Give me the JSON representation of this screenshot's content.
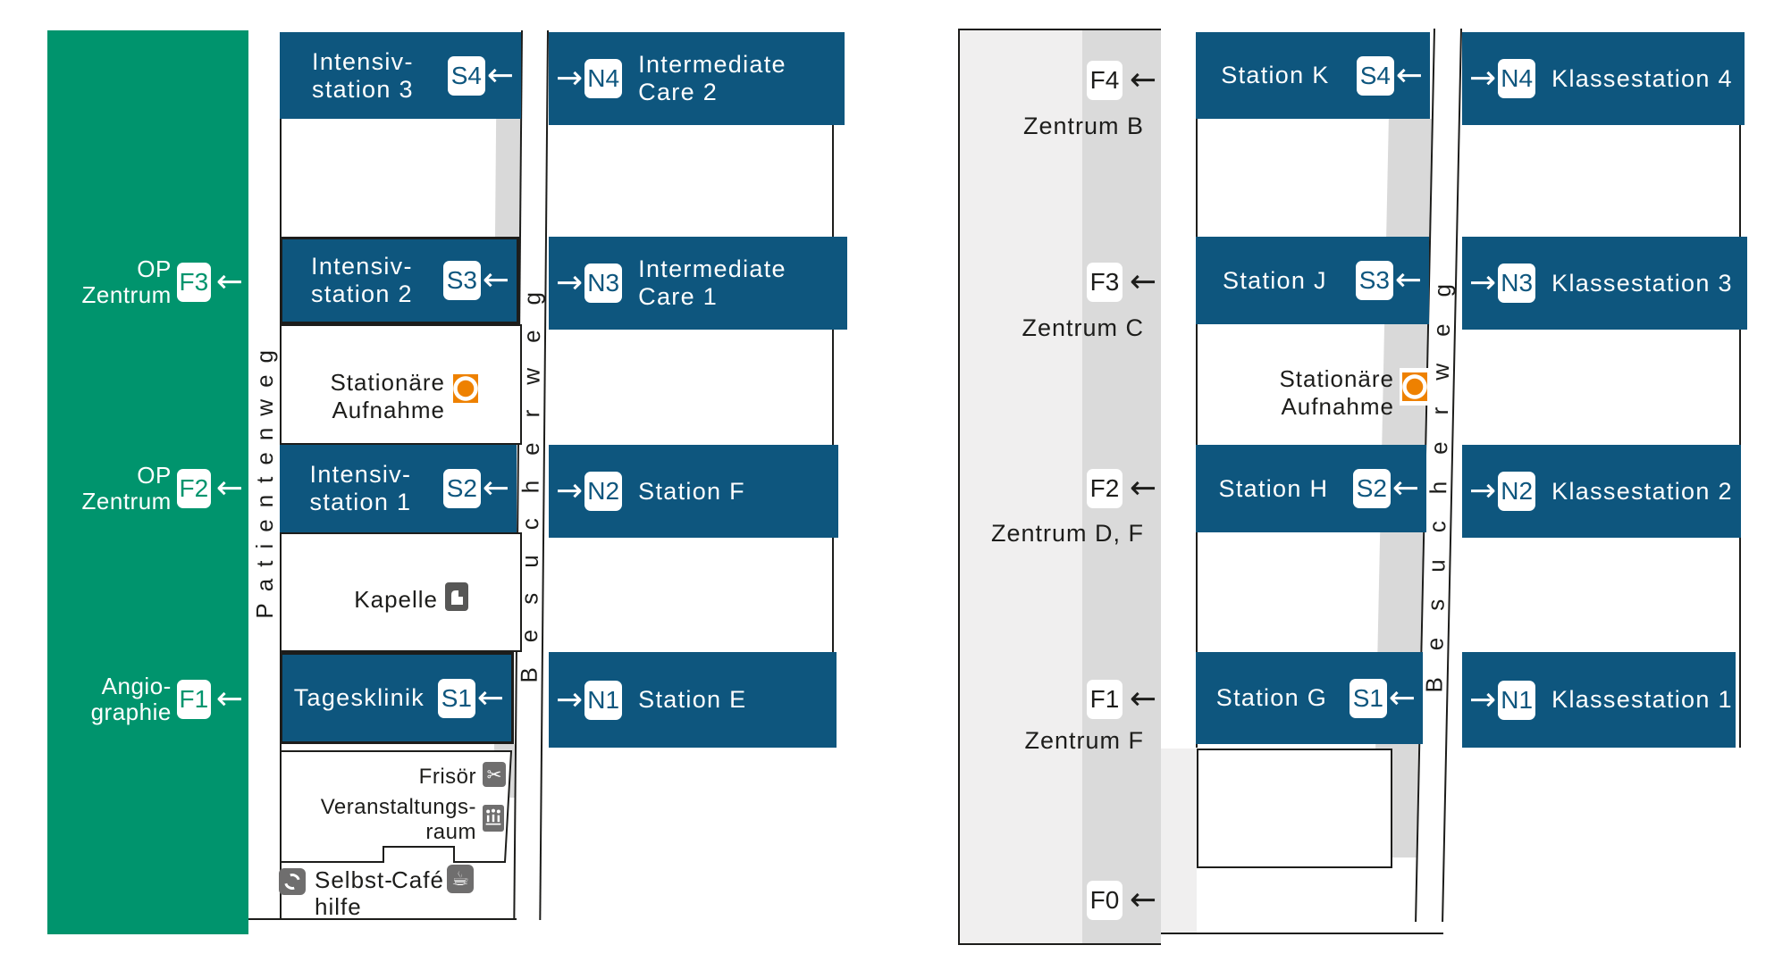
{
  "palette": {
    "green": "#00946D",
    "blue": "#0E567E",
    "light_gray": "#F0EFEF",
    "mid_gray": "#DADADA",
    "path_gray": "#D9D9D9",
    "icon_gray": "#6F6E6E",
    "chapel_icon_gray": "#575756",
    "orange": "#EE8100",
    "ink": "#1D1D1B"
  },
  "icons": {
    "arrow_left": "←",
    "arrow_right": "→",
    "scissors": "✂",
    "coffee_cup": "☕"
  },
  "left_map": {
    "patient_path_label": "Patientenweg",
    "visitor_path_label": "Besucherweg",
    "green_destinations": [
      {
        "lines": [
          "OP",
          "Zentrum"
        ],
        "badge": "F3"
      },
      {
        "lines": [
          "OP",
          "Zentrum"
        ],
        "badge": "F2"
      },
      {
        "lines": [
          "Angio-",
          "graphie"
        ],
        "badge": "F1"
      }
    ],
    "south_wing": [
      {
        "label_lines": [
          "Intensiv-",
          "station 3"
        ],
        "badge": "S4"
      },
      {
        "label_lines": [
          "Intensiv-",
          "station 2"
        ],
        "badge": "S3"
      },
      {
        "label_lines": [
          "Intensiv-",
          "station 1"
        ],
        "badge": "S2"
      },
      {
        "label_lines": [
          "Tagesklinik",
          ""
        ],
        "badge": "S1"
      }
    ],
    "north_wing": [
      {
        "badge": "N4",
        "label_lines": [
          "Intermediate",
          "Care 2"
        ]
      },
      {
        "badge": "N3",
        "label_lines": [
          "Intermediate",
          "Care 1"
        ]
      },
      {
        "badge": "N2",
        "label_lines": [
          "Station F",
          ""
        ]
      },
      {
        "badge": "N1",
        "label_lines": [
          "Station E",
          ""
        ]
      }
    ],
    "admission": {
      "lines": [
        "Stationäre",
        "Aufnahme"
      ]
    },
    "chapel_label": "Kapelle",
    "hairdresser_label": "Frisör",
    "event_room_lines": [
      "Veranstaltungs-",
      "raum"
    ],
    "self_help_lines": [
      "Selbst-",
      "hilfe"
    ],
    "cafe_label": "Café"
  },
  "right_map": {
    "visitor_path_label": "Besucherweg",
    "floor_links": [
      {
        "badge": "F4",
        "zone": "Zentrum B"
      },
      {
        "badge": "F3",
        "zone": "Zentrum C"
      },
      {
        "badge": "F2",
        "zone": "Zentrum D, F"
      },
      {
        "badge": "F1",
        "zone": "Zentrum F"
      },
      {
        "badge": "F0",
        "zone": ""
      }
    ],
    "south_wing": [
      {
        "label_lines": [
          "Station K",
          ""
        ],
        "badge": "S4"
      },
      {
        "label_lines": [
          "Station J",
          ""
        ],
        "badge": "S3"
      },
      {
        "label_lines": [
          "Station H",
          ""
        ],
        "badge": "S2"
      },
      {
        "label_lines": [
          "Station G",
          ""
        ],
        "badge": "S1"
      }
    ],
    "north_wing": [
      {
        "badge": "N4",
        "label_lines": [
          "Klassestation 4",
          ""
        ]
      },
      {
        "badge": "N3",
        "label_lines": [
          "Klassestation 3",
          ""
        ]
      },
      {
        "badge": "N2",
        "label_lines": [
          "Klassestation 2",
          ""
        ]
      },
      {
        "badge": "N1",
        "label_lines": [
          "Klassestation 1",
          ""
        ]
      }
    ],
    "admission": {
      "lines": [
        "Stationäre",
        "Aufnahme"
      ]
    }
  }
}
